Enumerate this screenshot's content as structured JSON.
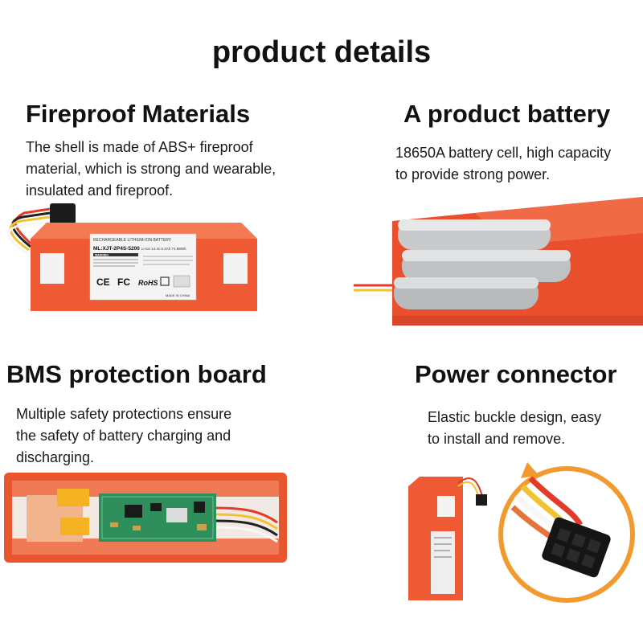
{
  "page": {
    "title": "product details",
    "colors": {
      "battery_orange": "#ee4e2c",
      "cell_silver": "#c4c6c7",
      "pcb_green": "#2f8f5c",
      "buckle_orange": "#f29a2e"
    }
  },
  "sections": {
    "fireproof": {
      "title": "Fireproof Materials",
      "desc_lines": [
        "The shell is made of ABS+ fireproof",
        "material, which is strong and wearable,",
        "insulated and fireproof."
      ],
      "label_lines": [
        "RECHARGEABLE LITHIUM-ION BATTERY",
        "ML:XJT-2P4S-5200",
        "Li-ion 14.4v 5.2Ah 74.88Wh",
        "WARNING",
        "MADE IN CHINA"
      ],
      "cert_marks": [
        "CE",
        "FC",
        "RoHS"
      ]
    },
    "battery": {
      "title": "A product battery",
      "desc_lines": [
        "18650A battery cell, high capacity",
        "to provide strong power."
      ]
    },
    "bms": {
      "title": "BMS protection board",
      "desc_lines": [
        "Multiple safety protections ensure",
        "the safety of battery charging and",
        "discharging."
      ]
    },
    "connector": {
      "title": "Power connector",
      "desc_lines": [
        "Elastic buckle design, easy",
        "to install and remove."
      ]
    }
  }
}
